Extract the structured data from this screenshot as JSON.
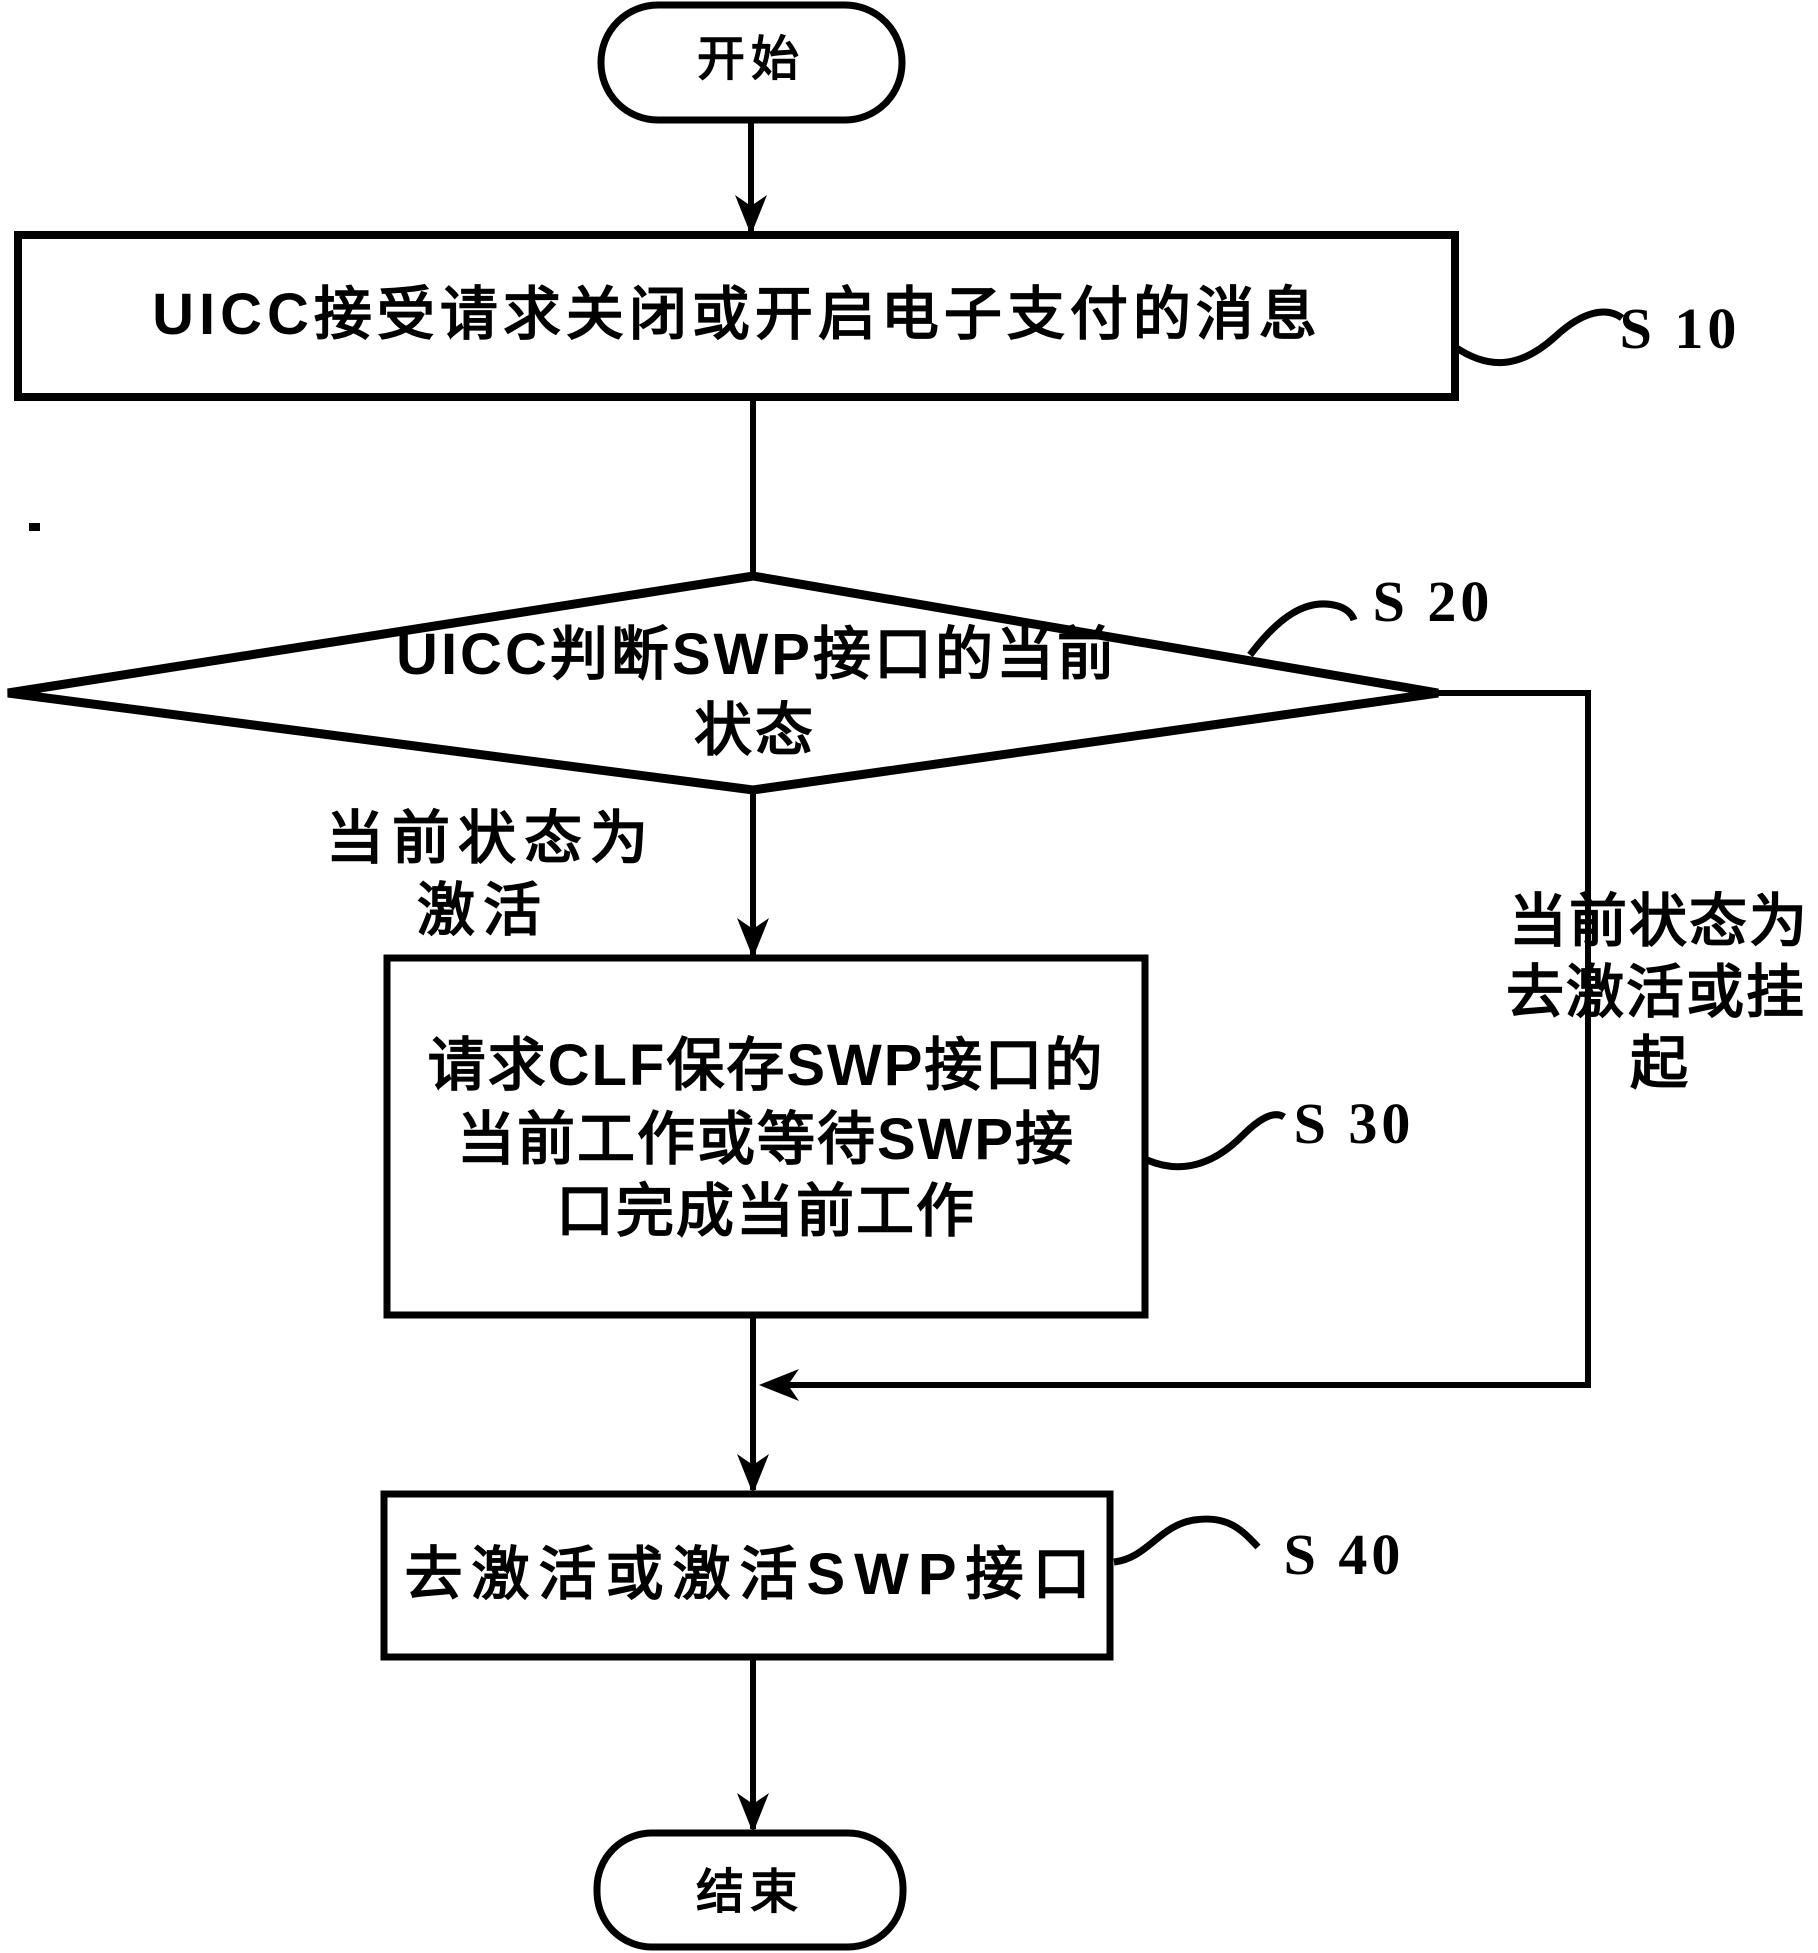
{
  "page": {
    "background": "#ffffff",
    "ink": "#000000"
  },
  "flowchart": {
    "start": {
      "label": "开始"
    },
    "step1": {
      "text": "UICC接受请求关闭或开启电子支付的消息",
      "tag": "S 10"
    },
    "decision": {
      "line1": "UICC判断SWP接口的当前",
      "line2": "状态",
      "tag": "S 20"
    },
    "branch_left": {
      "line1": "当前状态为",
      "line2": "激活"
    },
    "branch_right": {
      "line1": "当前状态为",
      "line2": "去激活或挂",
      "line3": "起"
    },
    "step3": {
      "line1": "请求CLF保存SWP接口的",
      "line2": "当前工作或等待SWP接",
      "line3": "口完成当前工作",
      "tag": "S 30"
    },
    "step4": {
      "text": "去激活或激活SWP接口",
      "tag": "S 40"
    },
    "end": {
      "label": "结束"
    }
  }
}
